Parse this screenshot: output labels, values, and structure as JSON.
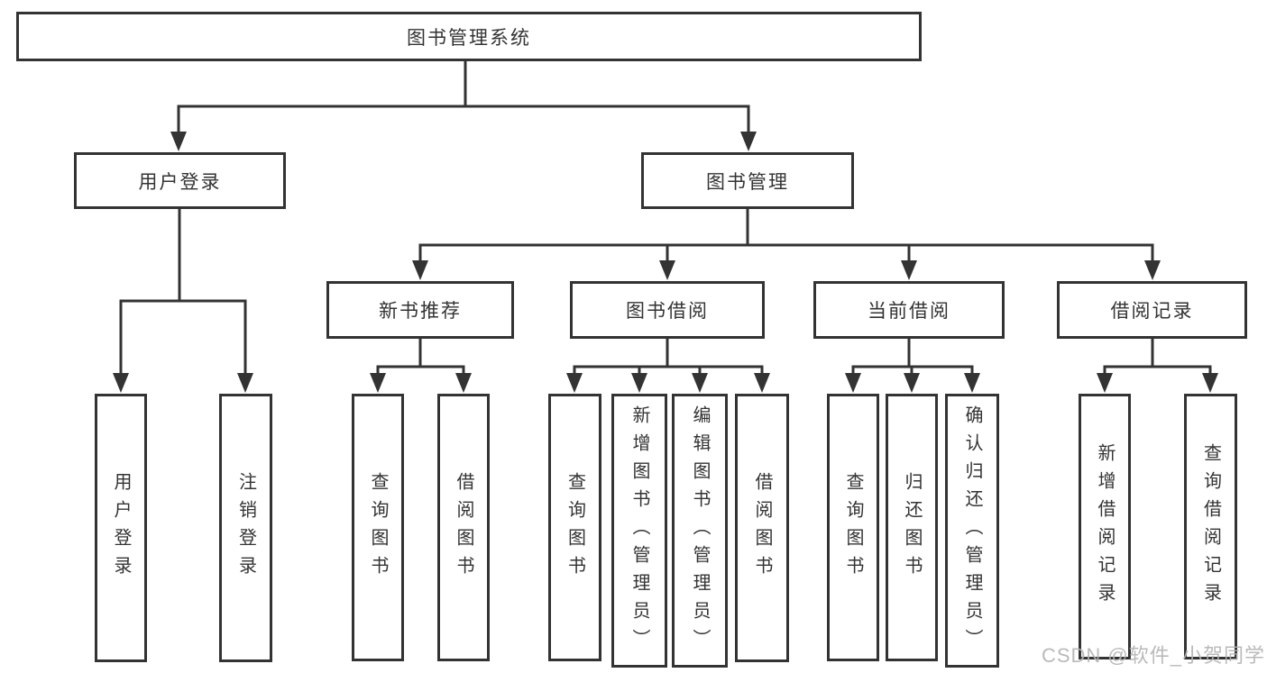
{
  "diagram": {
    "root": {
      "label": "图书管理系统"
    },
    "level2": [
      {
        "label": "用户登录"
      },
      {
        "label": "图书管理"
      }
    ],
    "modules": [
      {
        "label": "新书推荐"
      },
      {
        "label": "图书借阅"
      },
      {
        "label": "当前借阅"
      },
      {
        "label": "借阅记录"
      }
    ],
    "leaves": {
      "user_login": [
        {
          "label": "用户登录"
        },
        {
          "label": "注销登录"
        }
      ],
      "new_books": [
        {
          "label": "查询图书"
        },
        {
          "label": "借阅图书"
        }
      ],
      "book_borrow": [
        {
          "label": "查询图书"
        },
        {
          "label": "新增图书（管理员）"
        },
        {
          "label": "编辑图书（管理员）"
        },
        {
          "label": "借阅图书"
        }
      ],
      "current_borrow": [
        {
          "label": "查询图书"
        },
        {
          "label": "归还图书"
        },
        {
          "label": "确认归还（管理员）"
        }
      ],
      "borrow_records": [
        {
          "label": "新增借阅记录"
        },
        {
          "label": "查询借阅记录"
        }
      ]
    }
  },
  "watermark": {
    "text": "CSDN @软件_小贺同学"
  },
  "colors": {
    "line": "#333333",
    "text": "#333333",
    "background": "#ffffff",
    "watermark": "#b3b3b3"
  }
}
